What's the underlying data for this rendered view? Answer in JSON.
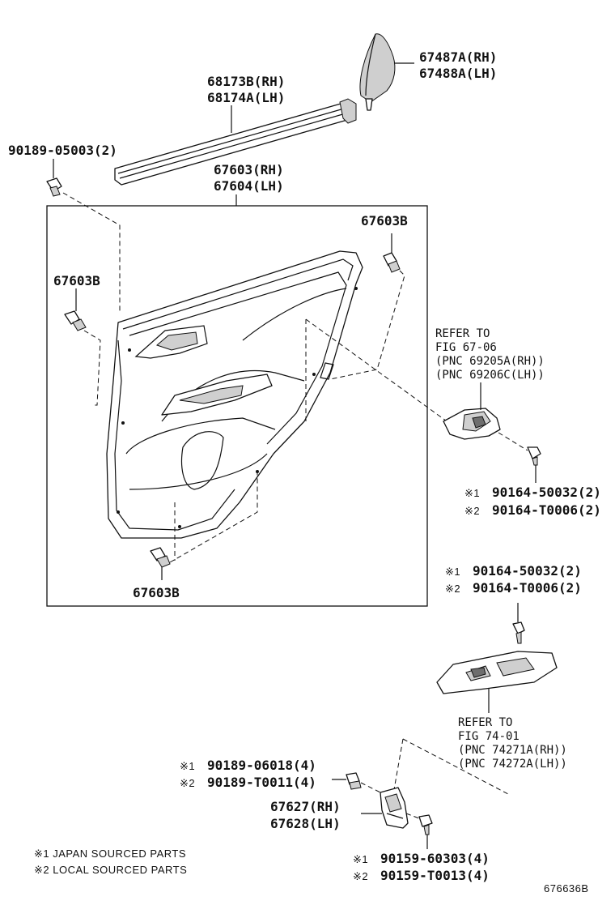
{
  "labels": {
    "p67487": "67487A(RH)",
    "p67488": "67488A(LH)",
    "p68173": "68173B(RH)",
    "p68174": "68174A(LH)",
    "p90189a": "90189-05003(2)",
    "p67603": "67603(RH)",
    "p67604": "67604(LH)",
    "clip_tr": "67603B",
    "clip_l": "67603B",
    "clip_b": "67603B",
    "refer1_l1": "REFER TO",
    "refer1_l2": "FIG 67-06",
    "refer1_l3": "(PNC 69205A(RH))",
    "refer1_l4": "(PNC 69206C(LH))",
    "screw1_a_mark": "※1",
    "screw1_a": "90164-50032(2)",
    "screw1_b_mark": "※2",
    "screw1_b": "90164-T0006(2)",
    "screw2_a_mark": "※1",
    "screw2_a": "90164-50032(2)",
    "screw2_b_mark": "※2",
    "screw2_b": "90164-T0006(2)",
    "refer2_l1": "REFER TO",
    "refer2_l2": "FIG 74-01",
    "refer2_l3": "(PNC 74271A(RH))",
    "refer2_l4": "(PNC 74272A(LH))",
    "nut_a_mark": "※1",
    "nut_a": "90189-06018(4)",
    "nut_b_mark": "※2",
    "nut_b": "90189-T0011(4)",
    "p67627": "67627(RH)",
    "p67628": "67628(LH)",
    "bolt_a_mark": "※1",
    "bolt_a": "90159-60303(4)",
    "bolt_b_mark": "※2",
    "bolt_b": "90159-T0013(4)",
    "note1": "※1 JAPAN SOURCED PARTS",
    "note2": "※2 LOCAL SOURCED PARTS",
    "diagram_id": "676636B"
  }
}
